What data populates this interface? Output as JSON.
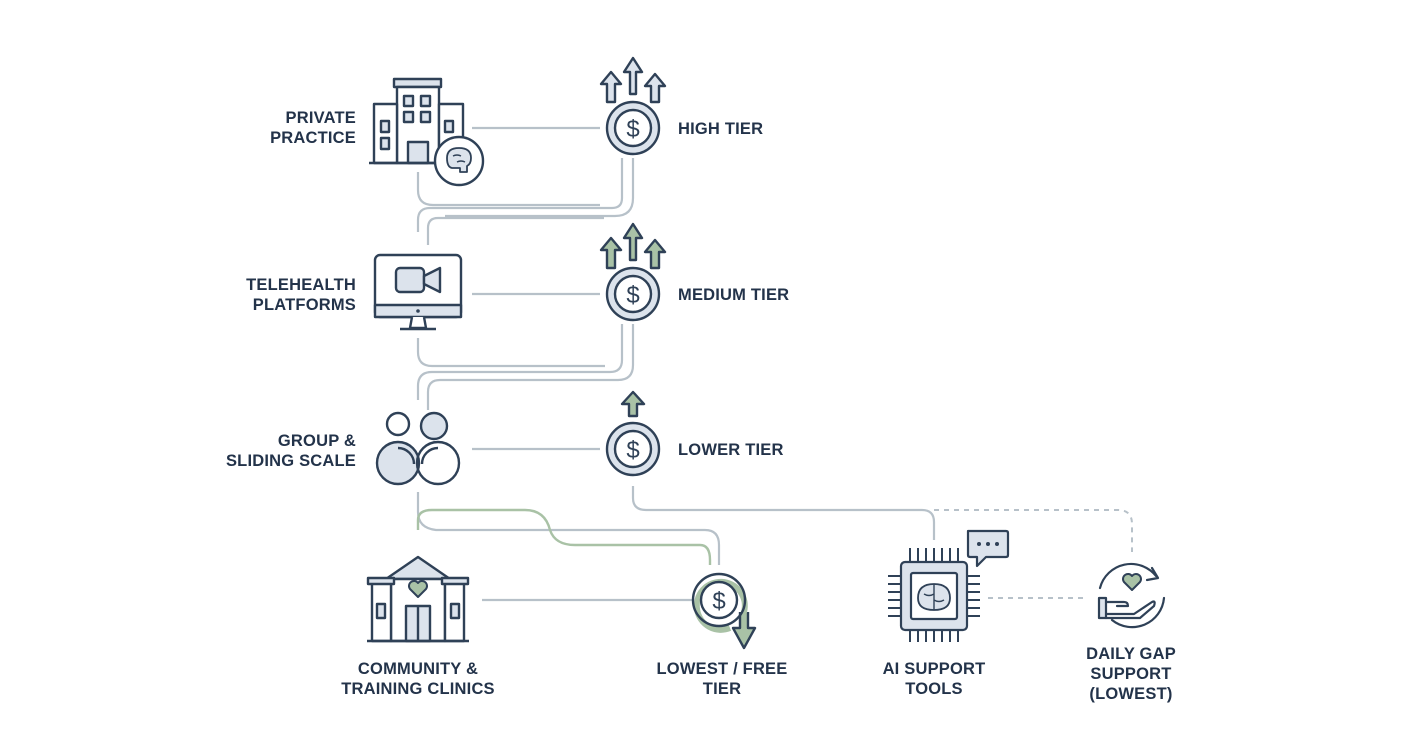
{
  "colors": {
    "ink": "#2f4157",
    "fill_blue": "#dce3ec",
    "accent_green": "#a9c2a6",
    "connector_gray": "#b7c1c9"
  },
  "providers": [
    {
      "lines": [
        "PRIVATE",
        "PRACTICE"
      ],
      "icon": "building-brain-icon"
    },
    {
      "lines": [
        "TELEHEALTH",
        "PLATFORMS"
      ],
      "icon": "monitor-video-icon"
    },
    {
      "lines": [
        "GROUP &",
        "SLIDING SCALE"
      ],
      "icon": "group-people-icon"
    },
    {
      "lines": [
        "COMMUNITY &",
        "TRAINING CLINICS"
      ],
      "icon": "clinic-heart-icon"
    }
  ],
  "tiers": [
    {
      "label": "HIGH TIER",
      "icon": "dollar-three-arrows-up-icon"
    },
    {
      "label": "MEDIUM TIER",
      "icon": "dollar-three-arrows-up-icon"
    },
    {
      "label": "LOWER TIER",
      "icon": "dollar-one-arrow-up-icon"
    },
    {
      "lines": [
        "LOWEST / FREE",
        "TIER"
      ],
      "icon": "dollar-arrow-down-icon"
    }
  ],
  "extras": [
    {
      "lines": [
        "AI SUPPORT",
        "TOOLS"
      ],
      "icon": "ai-chip-chat-icon"
    },
    {
      "lines": [
        "DAILY GAP",
        "SUPPORT",
        "(LOWEST)"
      ],
      "icon": "hand-heart-cycle-icon"
    }
  ]
}
